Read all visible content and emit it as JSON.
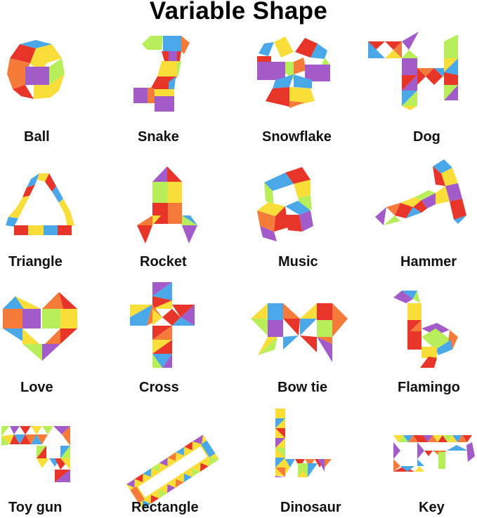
{
  "title": "Variable Shape",
  "colors": {
    "red": "#E8352A",
    "orange": "#F47B3A",
    "yellow": "#F9DE3A",
    "lime": "#B8EE5A",
    "blue": "#4AA8E8",
    "purple": "#A35BC9"
  },
  "shapes": [
    {
      "label": "Ball"
    },
    {
      "label": "Snake"
    },
    {
      "label": "Snowflake"
    },
    {
      "label": "Dog"
    },
    {
      "label": "Triangle"
    },
    {
      "label": "Rocket"
    },
    {
      "label": "Music"
    },
    {
      "label": "Hammer"
    },
    {
      "label": "Love"
    },
    {
      "label": "Cross"
    },
    {
      "label": "Bow tie"
    },
    {
      "label": "Flamingo"
    },
    {
      "label": "Toy gun"
    },
    {
      "label": "Rectangle"
    },
    {
      "label": "Dinosaur"
    },
    {
      "label": "Key"
    }
  ]
}
